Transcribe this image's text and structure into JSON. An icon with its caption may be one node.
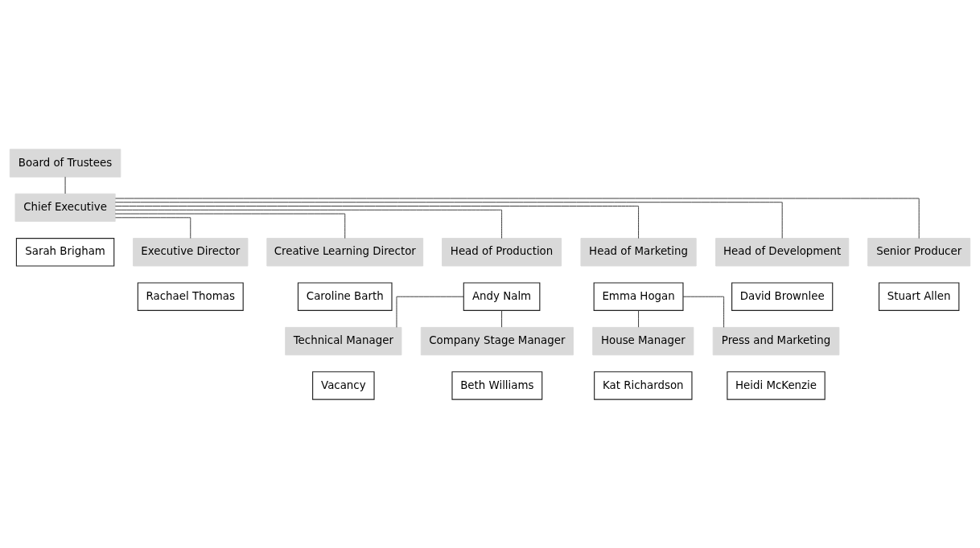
{
  "diagram": {
    "nodes": [
      {
        "text": [
          "Board of Trustees"
        ]
      },
      {
        "text": [
          "Chief Executive"
        ]
      },
      {
        "text": [
          "Sarah Brigham"
        ]
      },
      {
        "text": [
          "Executive Director"
        ]
      },
      {
        "text": [
          "Rachael Thomas"
        ]
      },
      {
        "text": [
          "Creative Learning Director"
        ]
      },
      {
        "text": [
          "Caroline Barth"
        ]
      },
      {
        "text": [
          "Head of Production"
        ]
      },
      {
        "text": [
          "Andy Nalm"
        ]
      },
      {
        "text": [
          "Head of Marketing"
        ]
      },
      {
        "text": [
          "Emma Hogan"
        ]
      },
      {
        "text": [
          "Head of Development"
        ]
      },
      {
        "text": [
          "David Brownlee"
        ]
      },
      {
        "text": [
          "Senior Producer"
        ]
      },
      {
        "text": [
          "Stuart Allen"
        ]
      },
      {
        "text": [
          "Technical Manager"
        ]
      },
      {
        "text": [
          "Vacancy"
        ]
      },
      {
        "text": [
          "Company Stage Manager"
        ]
      },
      {
        "text": [
          "Beth Williams"
        ]
      },
      {
        "text": [
          "House Manager"
        ]
      },
      {
        "text": [
          "Kat Richardson"
        ]
      },
      {
        "text": [
          "Press and Marketing"
        ]
      },
      {
        "text": [
          "Heidi McKenzie"
        ]
      }
    ],
    "edges": [
      {
        "from": 0,
        "to": 1,
        "arrow": "none"
      },
      {
        "from": 1,
        "to": 3,
        "arrow": "none"
      },
      {
        "from": 1,
        "to": 5,
        "arrow": "none"
      },
      {
        "from": 1,
        "to": 7,
        "arrow": "none"
      },
      {
        "from": 1,
        "to": 9,
        "arrow": "none"
      },
      {
        "from": 1,
        "to": 11,
        "arrow": "none"
      },
      {
        "from": 1,
        "to": 13,
        "arrow": "none"
      },
      {
        "from": 8,
        "to": 15,
        "arrow": "none"
      },
      {
        "from": 8,
        "to": 17,
        "arrow": "none"
      },
      {
        "from": 10,
        "to": 19,
        "arrow": "none"
      },
      {
        "from": 10,
        "to": 21,
        "arrow": "none"
      }
    ]
  }
}
